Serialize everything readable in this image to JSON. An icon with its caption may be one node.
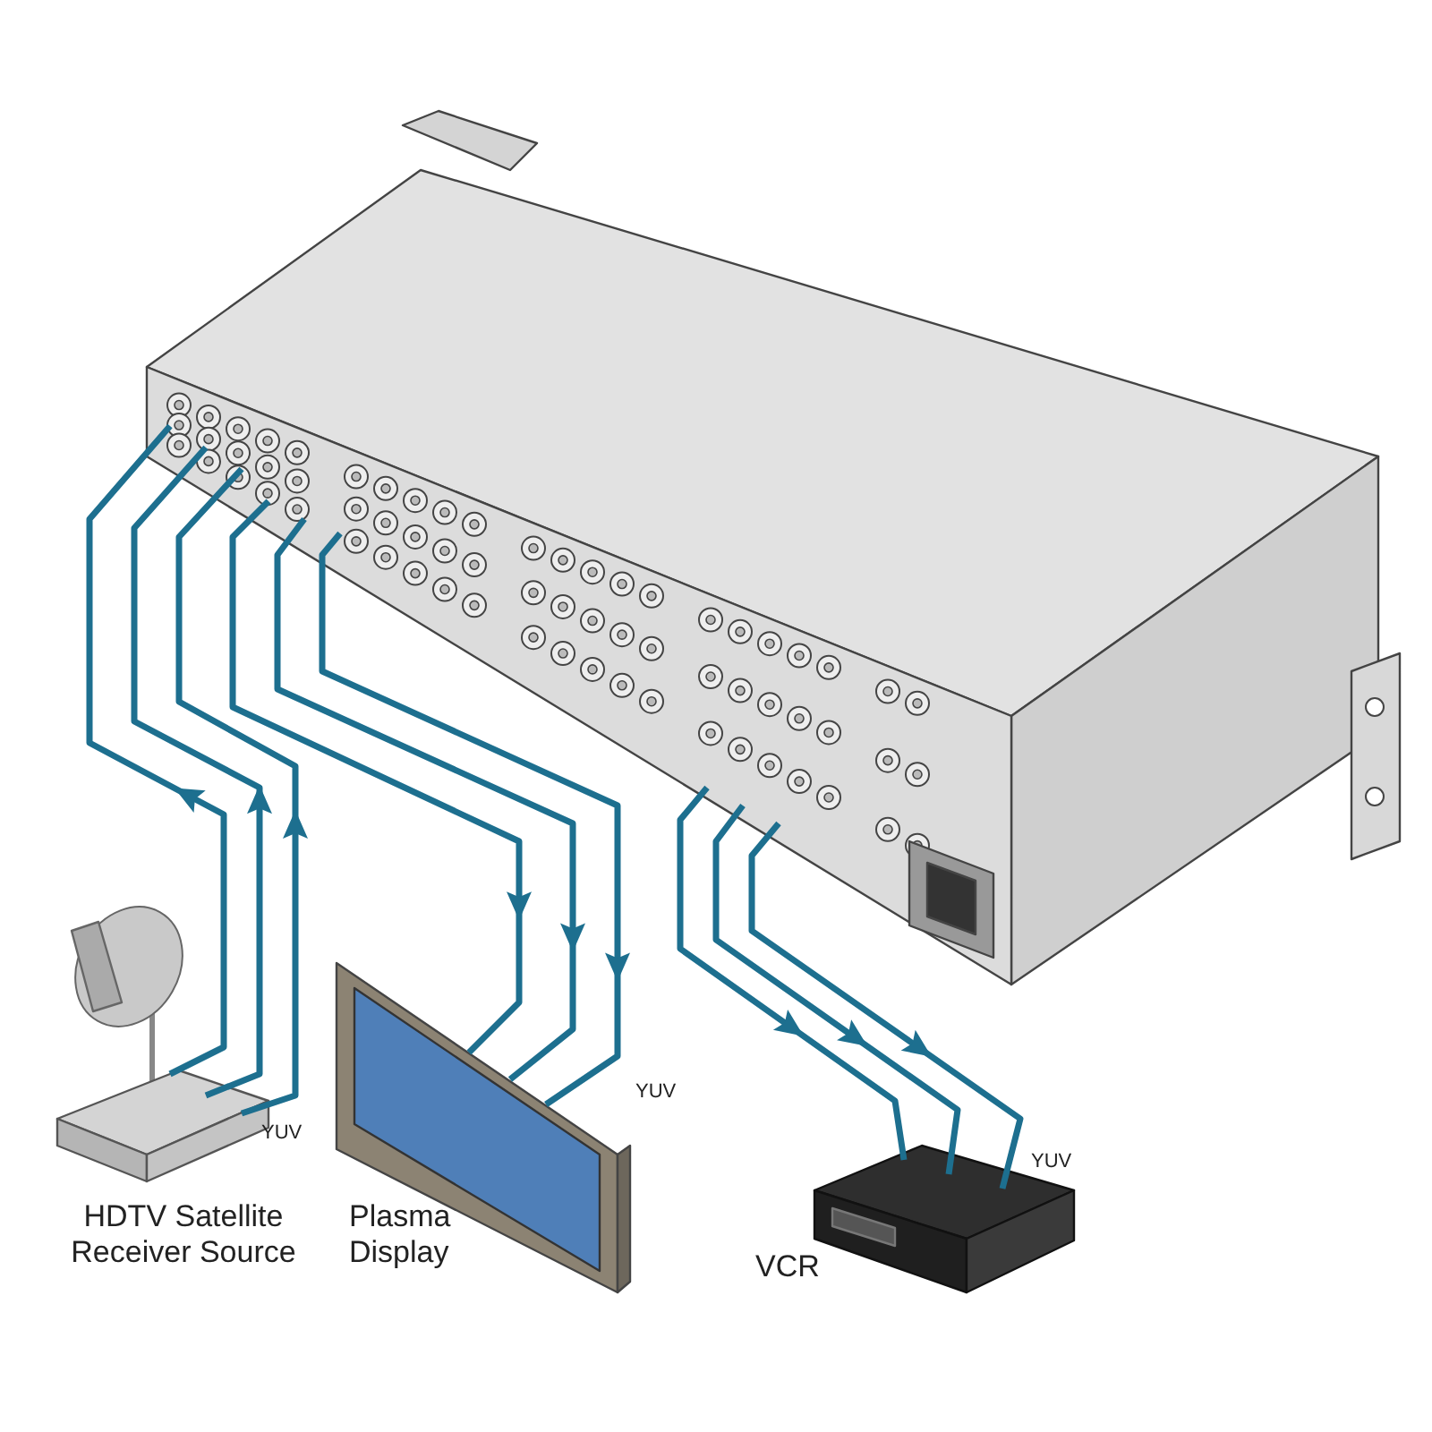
{
  "diagram": {
    "nodes": [
      {
        "text": [],
        "shape": "picture"
      },
      {
        "text": [
          "HDTV Satellite Receiver Source"
        ]
      },
      {
        "text": [
          "Plasma Display"
        ]
      },
      {
        "text": [
          "VCR"
        ]
      }
    ],
    "edges": [
      {
        "from": 1,
        "to": 0,
        "arrow": "to"
      },
      {
        "from": 1,
        "to": 0,
        "arrow": "to"
      },
      {
        "from": 1,
        "to": 0,
        "arrow": "to"
      },
      {
        "from": 0,
        "to": 2,
        "arrow": "to"
      },
      {
        "from": 0,
        "to": 2,
        "arrow": "to"
      },
      {
        "from": 0,
        "to": 2,
        "arrow": "to"
      },
      {
        "from": 0,
        "to": 3,
        "arrow": "to"
      },
      {
        "from": 0,
        "to": 3,
        "arrow": "to"
      },
      {
        "from": 0,
        "to": 3,
        "arrow": "to"
      }
    ],
    "labels": [
      "YUV",
      "YUV",
      "YUV"
    ]
  }
}
